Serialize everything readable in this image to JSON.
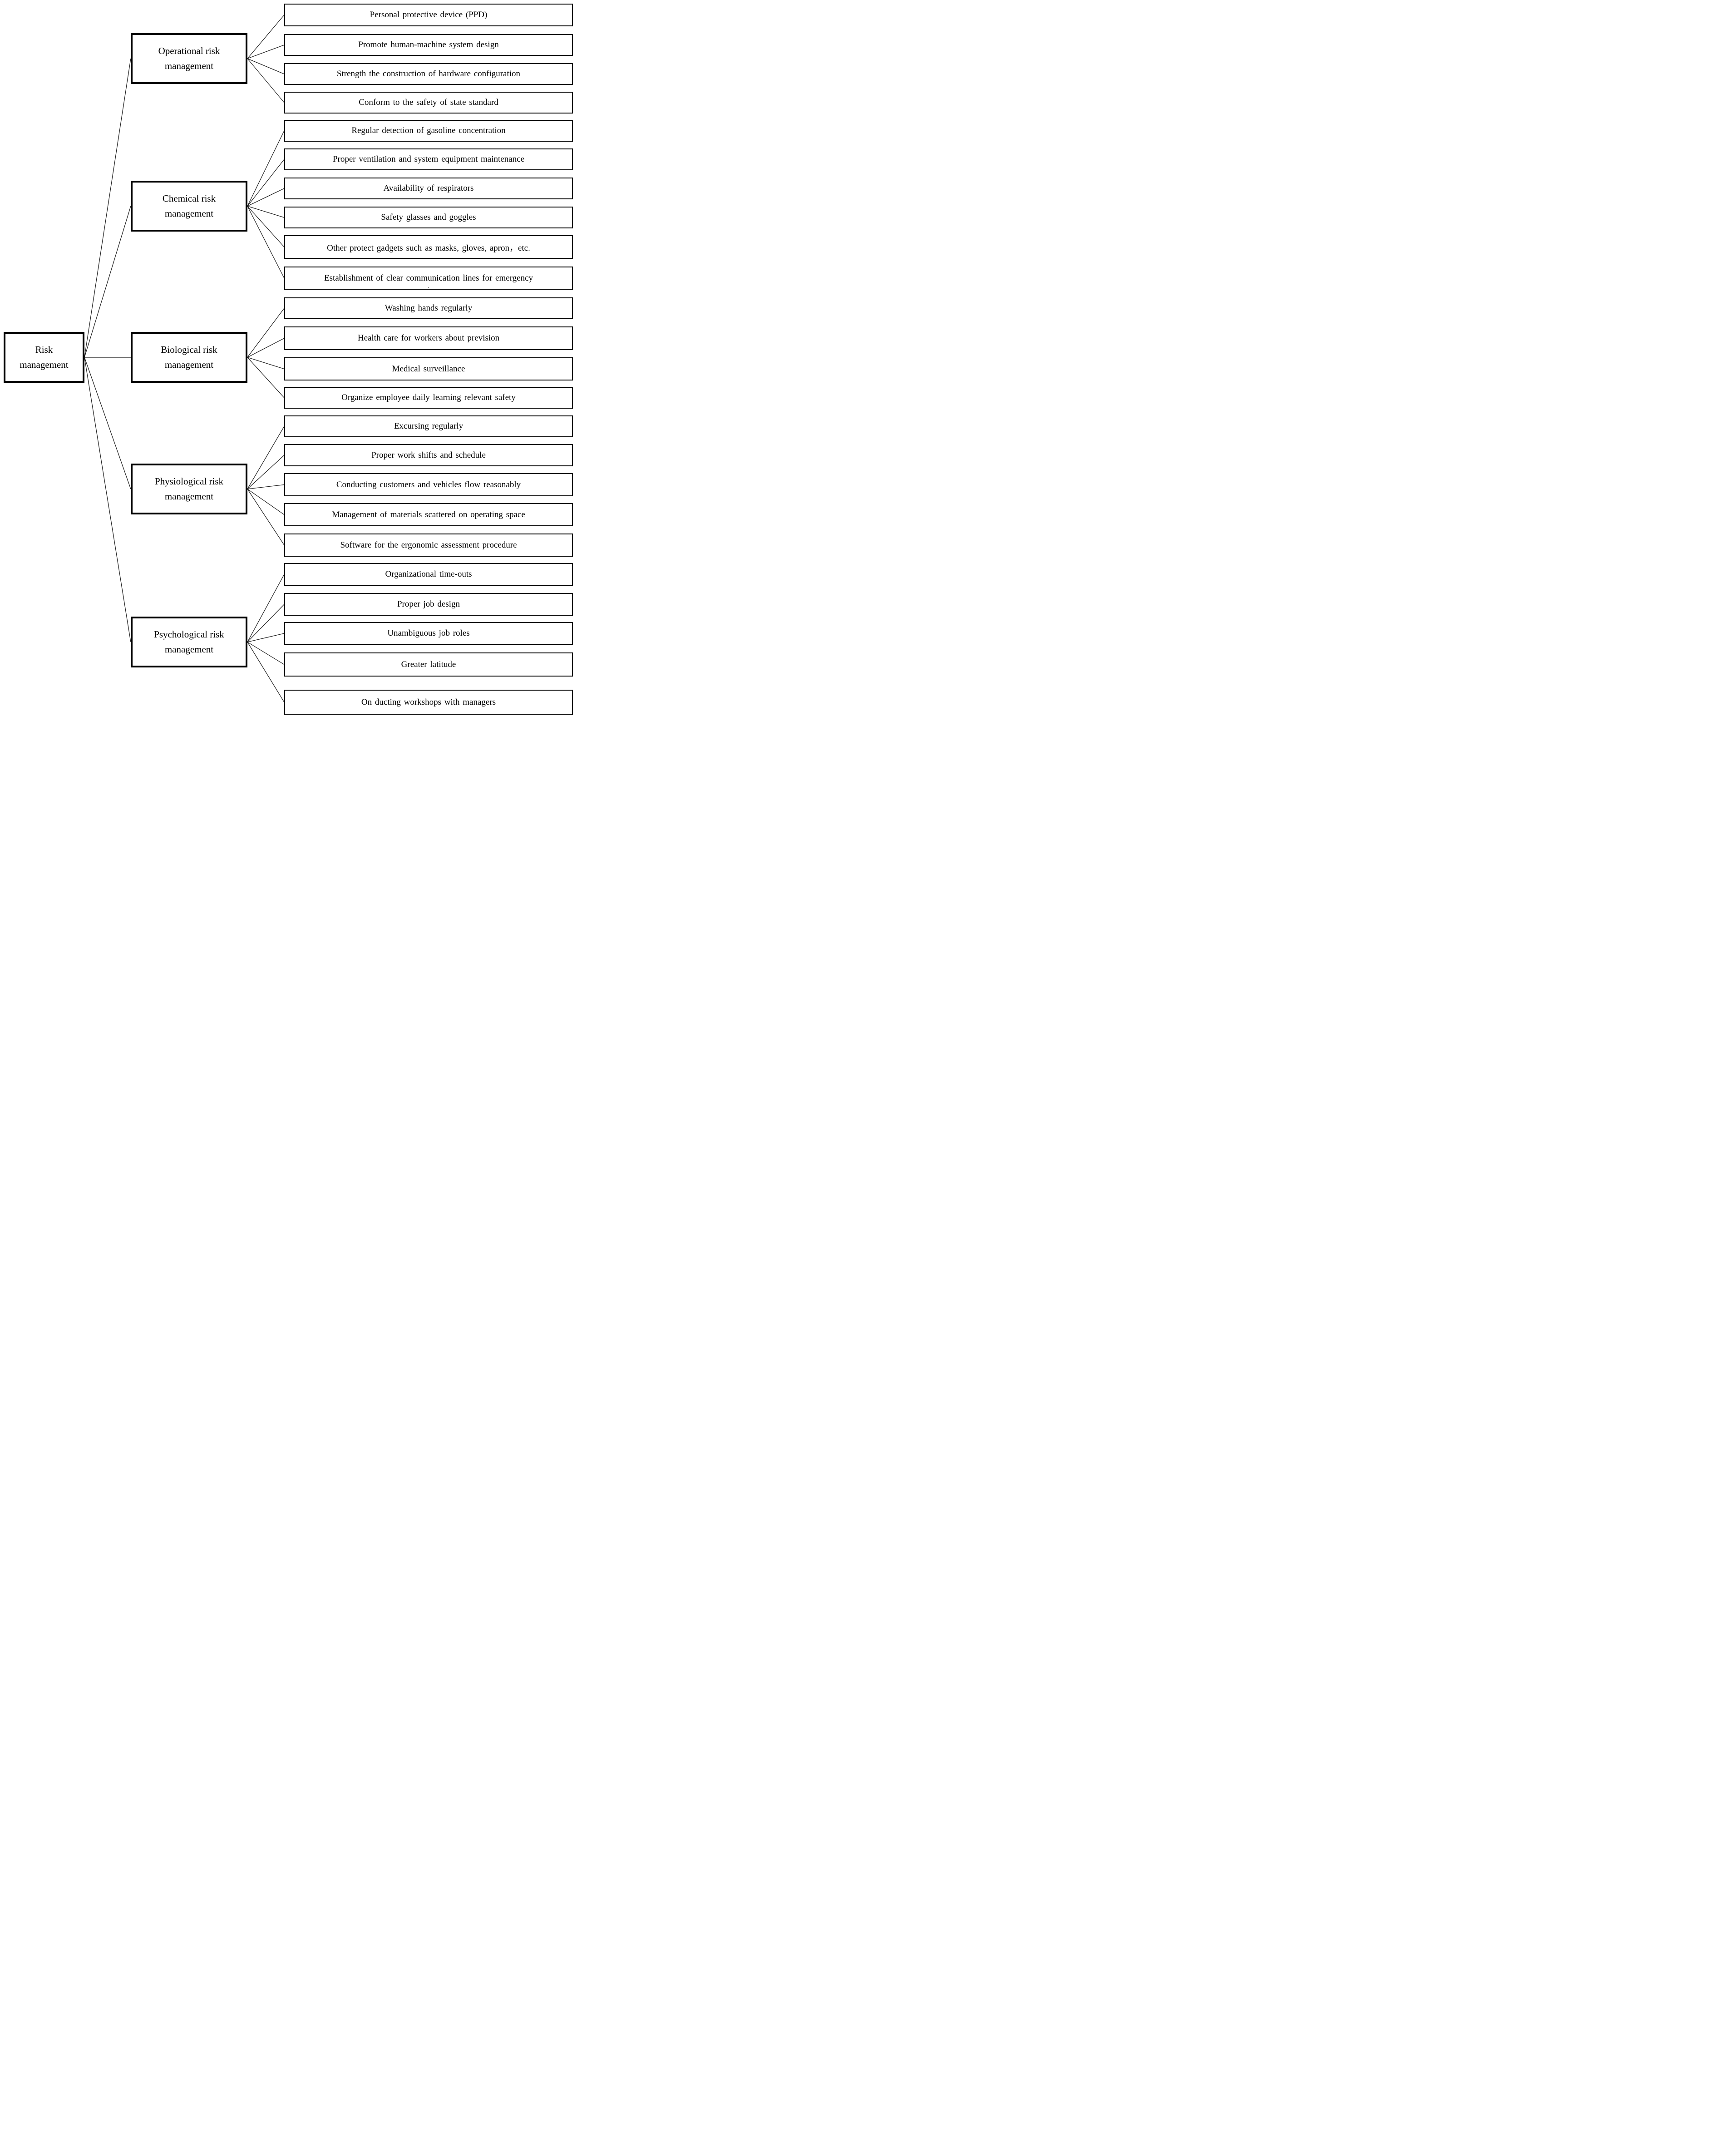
{
  "figure": {
    "root": {
      "label": "Risk management"
    },
    "categories": [
      {
        "label": "Operational risk management",
        "items": [
          "Personal protective device (PPD)",
          "Promote human-machine system design",
          "Strength the construction of hardware configuration",
          "Conform to the safety of state standard"
        ]
      },
      {
        "label": "Chemical risk management",
        "items": [
          "Regular detection of gasoline concentration",
          "Proper ventilation and system equipment maintenance",
          "Availability of respirators",
          "Safety glasses and goggles",
          "Other protect gadgets such as masks, gloves, apron，etc.",
          "Establishment of clear communication lines for emergency"
        ],
        "stray_period": "."
      },
      {
        "label": "Biological risk management",
        "items": [
          "Washing hands regularly",
          "Health care for workers about prevision",
          "Medical surveillance",
          "Organize employee daily learning relevant safety"
        ]
      },
      {
        "label": "Physiological risk management",
        "items": [
          "Excursing regularly",
          "Proper work shifts and schedule",
          "Conducting customers and vehicles flow reasonably",
          "Management of materials scattered on operating space",
          "Software for the ergonomic assessment procedure"
        ]
      },
      {
        "label": "Psychological risk management",
        "items": [
          "Organizational time-outs",
          "Proper job design",
          "Unambiguous job roles",
          "Greater latitude",
          "On ducting workshops with managers"
        ]
      }
    ],
    "colors": {
      "border": "#000000",
      "background": "#ffffff",
      "connector": "#1f1f1f"
    }
  }
}
